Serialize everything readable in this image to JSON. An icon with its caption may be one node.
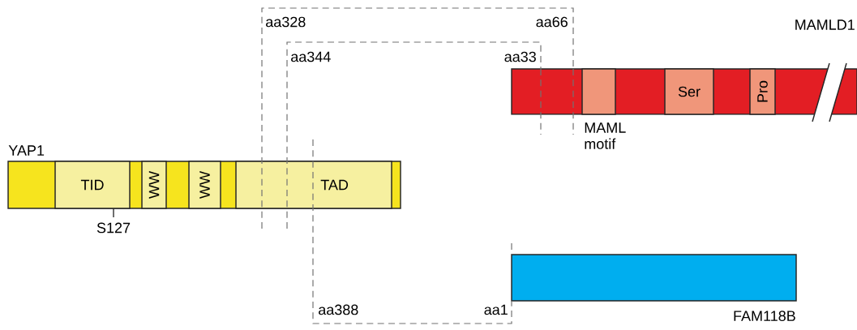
{
  "diagram": {
    "nodes": [
      {
        "text": [
          "YAP1"
        ]
      },
      {
        "text": [
          "TID"
        ],
        "in": 0
      },
      {
        "text": [
          "WW"
        ],
        "in": 0
      },
      {
        "text": [
          "WW"
        ],
        "in": 0
      },
      {
        "text": [
          "TAD"
        ],
        "in": 0
      },
      {
        "text": [
          "MAMLD1"
        ]
      },
      {
        "text": [],
        "shape": "box",
        "in": 5,
        "beside": [
          "MAML motif"
        ]
      },
      {
        "text": [
          "Ser"
        ],
        "in": 5
      },
      {
        "text": [
          "Pro"
        ],
        "in": 5
      },
      {
        "text": [
          "FAM118B"
        ]
      }
    ],
    "edges": [
      {
        "from": 4,
        "to": 5,
        "arrow": "none",
        "style": "dashed"
      },
      {
        "from": 4,
        "to": 5,
        "arrow": "none",
        "style": "dashed"
      },
      {
        "from": 4,
        "to": 9,
        "arrow": "none",
        "style": "dashed"
      }
    ],
    "labels": [
      "aa328",
      "aa66",
      "aa344",
      "aa33",
      "aa388",
      "aa1",
      "S127"
    ]
  }
}
